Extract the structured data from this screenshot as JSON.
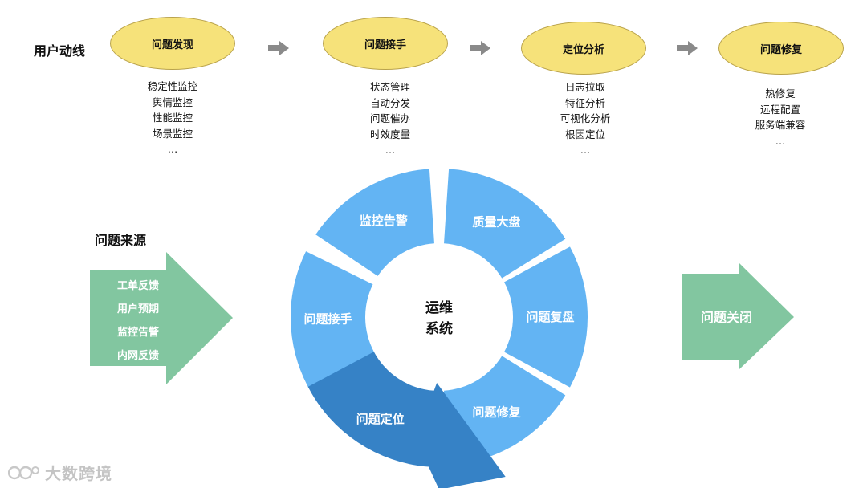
{
  "user_flow": {
    "label": "用户动线",
    "steps": [
      {
        "title": "问题发现",
        "items": [
          "稳定性监控",
          "舆情监控",
          "性能监控",
          "场景监控",
          "…"
        ]
      },
      {
        "title": "问题接手",
        "items": [
          "状态管理",
          "自动分发",
          "问题催办",
          "时效度量",
          "…"
        ]
      },
      {
        "title": "定位分析",
        "items": [
          "日志拉取",
          "特征分析",
          "可视化分析",
          "根因定位",
          "…"
        ]
      },
      {
        "title": "问题修复",
        "items": [
          "热修复",
          "远程配置",
          "服务端兼容",
          "…"
        ]
      }
    ]
  },
  "sources": {
    "label": "问题来源",
    "items": [
      "工单反馈",
      "用户预期",
      "监控告警",
      "内网反馈"
    ]
  },
  "cycle": {
    "center": [
      "运维",
      "系统"
    ],
    "segments": [
      "质量大盘",
      "问题复盘",
      "问题修复",
      "问题定位",
      "问题接手",
      "监控告警"
    ]
  },
  "closure": {
    "label": "问题关闭"
  },
  "watermark": {
    "text": "大数跨境"
  },
  "colors": {
    "ellipse": "#f6e27a",
    "ring": "#63b4f3",
    "ring_highlight": "#3682c6",
    "green_arrow": "#82c6a0",
    "gray_arrow": "#8a8a8a"
  }
}
